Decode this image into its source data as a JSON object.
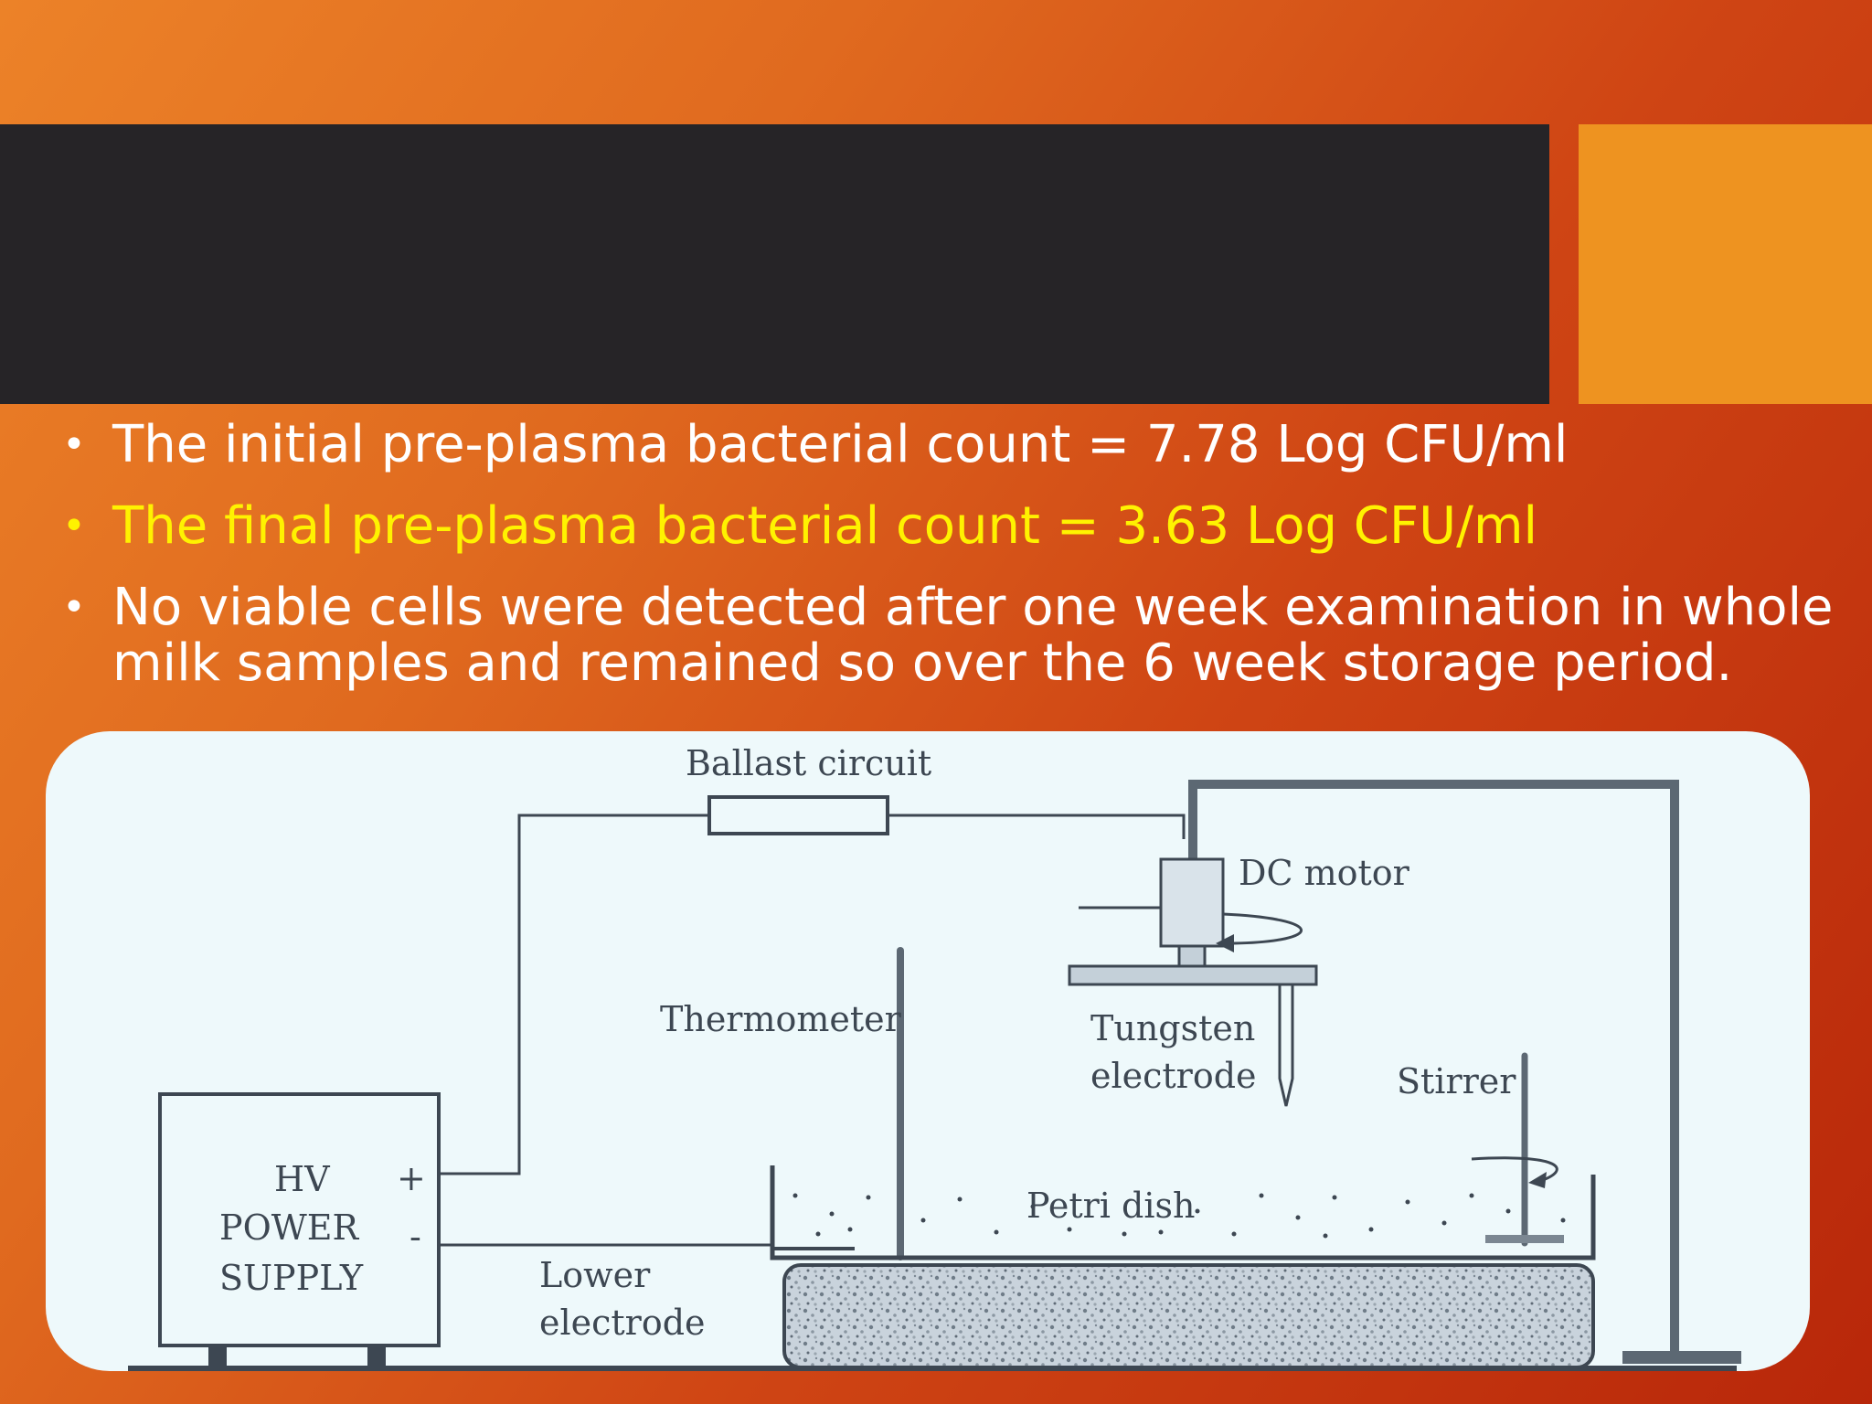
{
  "bullets": [
    {
      "text": "The initial pre-plasma bacterial count = 7.78 Log CFU/ml",
      "highlighted": false
    },
    {
      "text": "The final pre-plasma bacterial count = 3.63 Log CFU/ml",
      "highlighted": true
    },
    {
      "text": "No viable cells were detected after one week examination in whole milk samples and remained so over the 6 week storage period.",
      "highlighted": false
    }
  ],
  "diagram": {
    "ballast": "Ballast circuit",
    "dc_motor": "DC motor",
    "thermometer": "Thermometer",
    "tungsten_line1": "Tungsten",
    "tungsten_line2": "electrode",
    "stirrer": "Stirrer",
    "hv_line1": "HV",
    "hv_line2": "POWER",
    "hv_line3": "SUPPLY",
    "plus": "+",
    "minus": "-",
    "petri": "Petri dish",
    "lower_line1": "Lower",
    "lower_line2": "electrode"
  },
  "colors": {
    "title_bar": "#262427",
    "accent_box": "#ee9320",
    "highlight_text": "#fff200"
  }
}
